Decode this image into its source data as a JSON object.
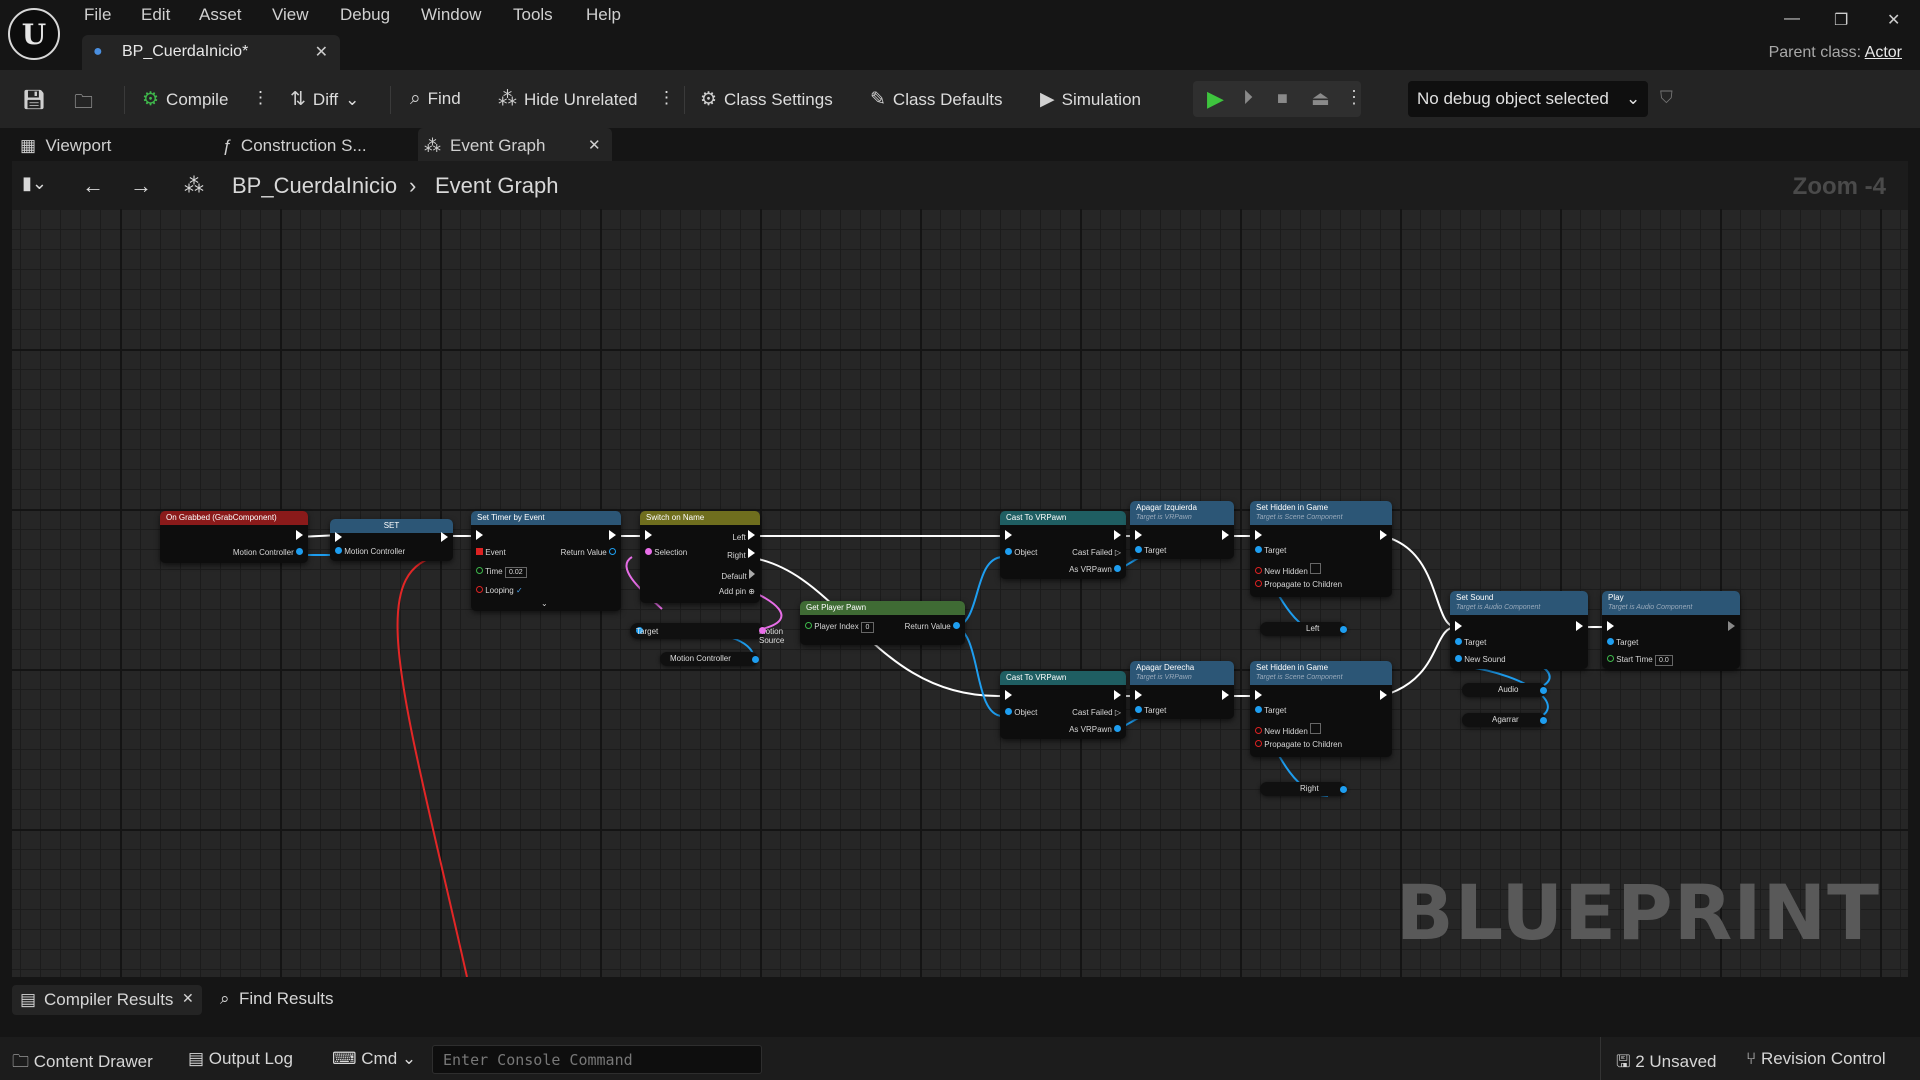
{
  "app": {
    "logo": "U"
  },
  "menu": [
    "File",
    "Edit",
    "Asset",
    "View",
    "Debug",
    "Window",
    "Tools",
    "Help"
  ],
  "document_tab": {
    "title": "BP_CuerdaInicio*",
    "icon": "blueprint-icon"
  },
  "window_controls": {
    "minimize": "—",
    "restore": "❐",
    "close": "✕"
  },
  "parent_class": {
    "label": "Parent class:",
    "value": "Actor"
  },
  "toolbar": {
    "save_icon": "save-icon",
    "browse_icon": "browse-icon",
    "compile": "Compile",
    "diff": "Diff",
    "find": "Find",
    "hide_unrelated": "Hide Unrelated",
    "class_settings": "Class Settings",
    "class_defaults": "Class Defaults",
    "simulation": "Simulation",
    "debug_object": "No debug object selected"
  },
  "panel_tabs": {
    "viewport": "Viewport",
    "construction": "Construction S...",
    "event_graph": "Event Graph"
  },
  "breadcrumb": {
    "root": "BP_CuerdaInicio",
    "sep": "›",
    "current": "Event Graph"
  },
  "zoom": "Zoom -4",
  "watermark": "BLUEPRINT",
  "nodes": {
    "on_grabbed": {
      "title": "On Grabbed (GrabComponent)",
      "pin": "Motion Controller"
    },
    "set": {
      "title": "SET",
      "pin": "Motion Controller"
    },
    "set_timer": {
      "title": "Set Timer by Event",
      "event": "Event",
      "return": "Return Value",
      "time_label": "Time",
      "time_val": "0.02",
      "looping": "Looping",
      "looping_check": "✓"
    },
    "switch": {
      "title": "Switch on Name",
      "selection": "Selection",
      "left": "Left",
      "right": "Right",
      "default": "Default",
      "add_pin": "Add pin"
    },
    "motion_source": {
      "target": "Target",
      "out": "Motion Source"
    },
    "motion_controller_var": "Motion Controller",
    "get_player_pawn": {
      "title": "Get Player Pawn",
      "player_index": "Player Index",
      "index_val": "0",
      "return": "Return Value"
    },
    "cast1": {
      "title": "Cast To VRPawn",
      "object": "Object",
      "failed": "Cast Failed",
      "as": "As VRPawn"
    },
    "cast2": {
      "title": "Cast To VRPawn",
      "object": "Object",
      "failed": "Cast Failed",
      "as": "As VRPawn"
    },
    "apagar_izq": {
      "title": "Apagar Izquierda",
      "sub": "Target is VRPawn",
      "target": "Target"
    },
    "apagar_der": {
      "title": "Apagar Derecha",
      "sub": "Target is VRPawn",
      "target": "Target"
    },
    "hidden1": {
      "title": "Set Hidden in Game",
      "sub": "Target is Scene Component",
      "target": "Target",
      "new_hidden": "New Hidden",
      "propagate": "Propagate to Children"
    },
    "hidden2": {
      "title": "Set Hidden in Game",
      "sub": "Target is Scene Component",
      "target": "Target",
      "new_hidden": "New Hidden",
      "propagate": "Propagate to Children"
    },
    "left_var": "Left",
    "right_var": "Right",
    "set_sound": {
      "title": "Set Sound",
      "sub": "Target is Audio Component",
      "target": "Target",
      "new_sound": "New Sound"
    },
    "play": {
      "title": "Play",
      "sub": "Target is Audio Component",
      "target": "Target",
      "start_time": "Start Time",
      "start_val": "0.0"
    },
    "audio_var": "Audio",
    "agarrar_var": "Agarrar"
  },
  "bottom_tabs": {
    "compiler": "Compiler Results",
    "find": "Find Results"
  },
  "status": {
    "content_drawer": "Content Drawer",
    "output_log": "Output Log",
    "cmd": "Cmd",
    "console_placeholder": "Enter Console Command",
    "unsaved": "2 Unsaved",
    "revision": "Revision Control"
  },
  "colors": {
    "event_header": "#8a1a1a",
    "func_header": "#2c5676",
    "pure_header": "#3f6b34",
    "switch_header": "#6f6e1e",
    "cast_header": "#1f5e62",
    "exec_wire": "#ffffff",
    "object_wire": "#1e9ef0",
    "name_wire": "#e86ee8",
    "delegate_wire": "#e32626"
  }
}
